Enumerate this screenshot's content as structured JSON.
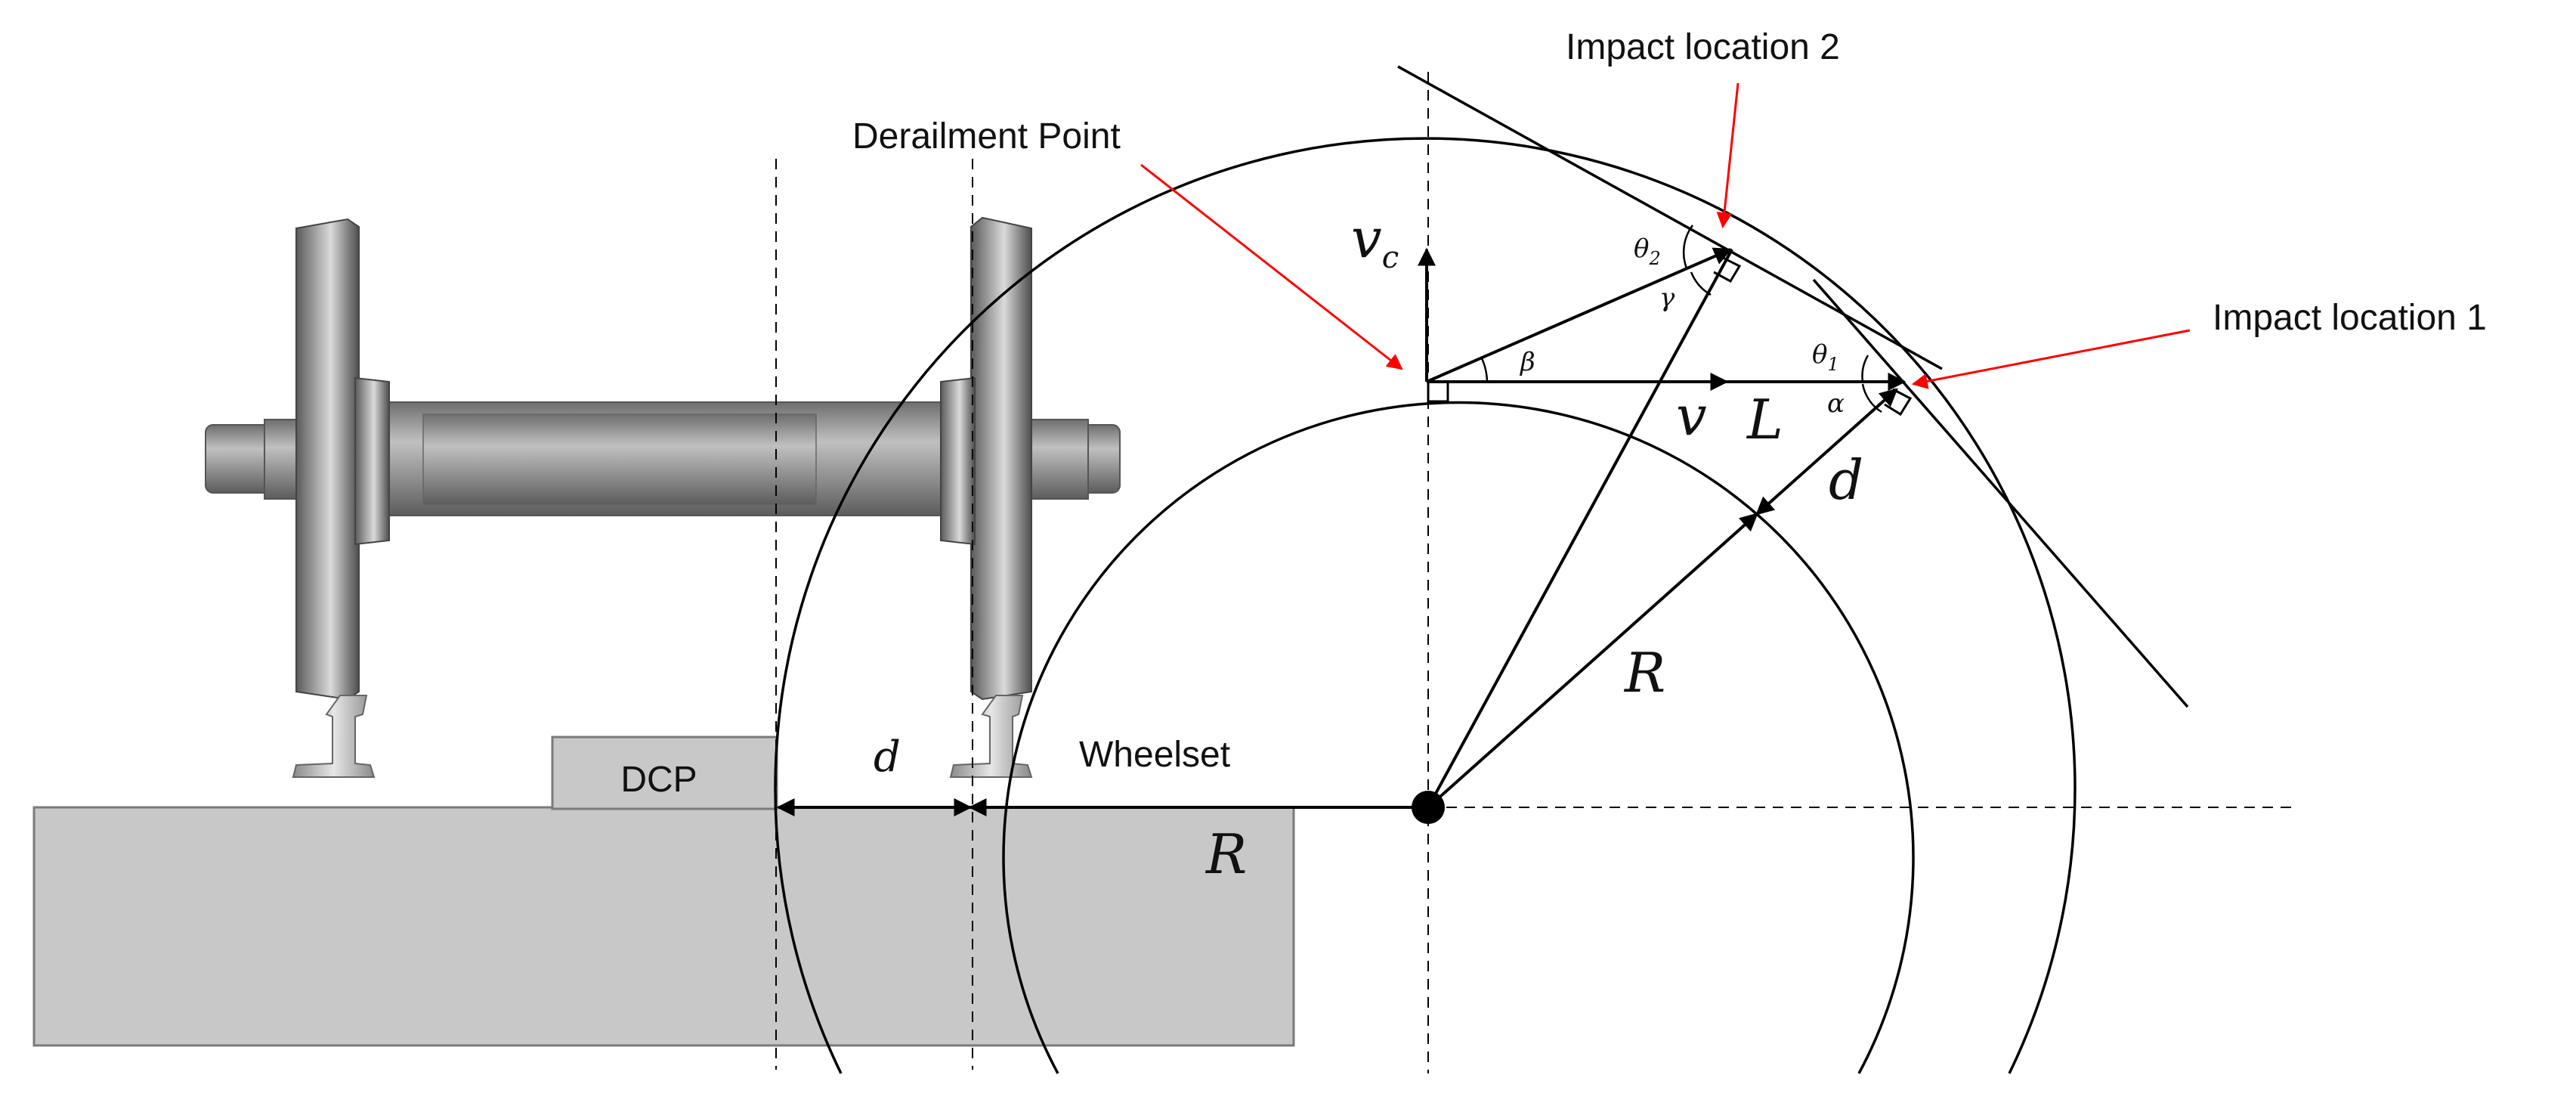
{
  "labels": {
    "impact_location_2": "Impact location 2",
    "impact_location_1": "Impact location 1",
    "derailment_point": "Derailment Point",
    "dcp": "DCP",
    "wheelset": "Wheelset"
  },
  "symbols": {
    "v_c_main": "v",
    "v_c_sub": "c",
    "v": "v",
    "L": "L",
    "d_top": "d",
    "d_bottom": "d",
    "R_diag": "R",
    "R_bottom": "R",
    "beta": "β",
    "gamma": "γ",
    "alpha": "α",
    "theta2_main": "θ",
    "theta2_sub": "2",
    "theta1_main": "θ",
    "theta1_sub": "1"
  },
  "colors": {
    "line": "#000000",
    "callout_arrow": "#ff0000",
    "block_fill": "#c8c8c8",
    "block_stroke": "#7a7a7a",
    "wheel_dark": "#6a6a6a",
    "wheel_mid": "#9a9a9a",
    "wheel_light": "#d4d4d4"
  }
}
